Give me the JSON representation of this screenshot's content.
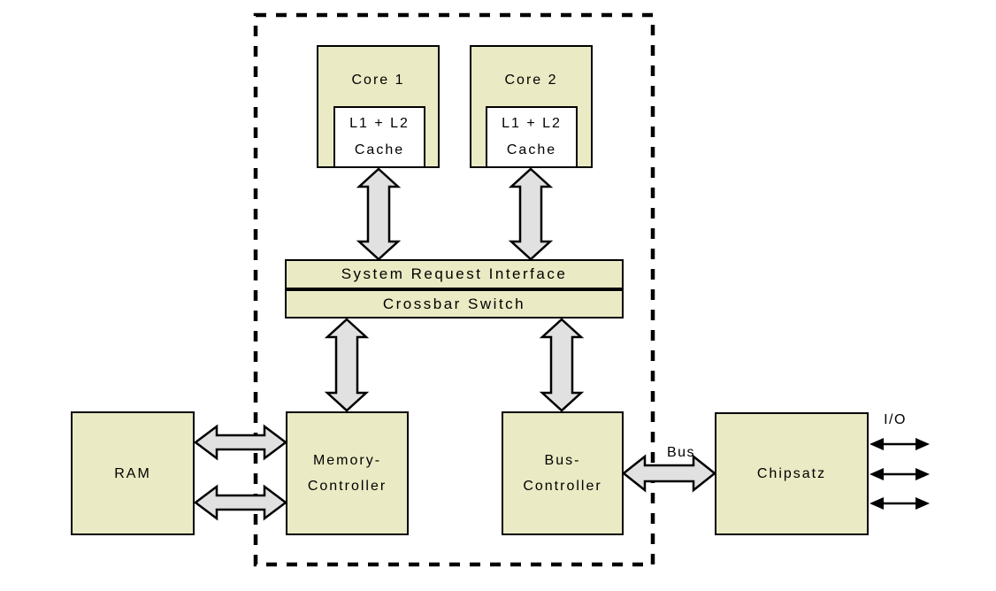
{
  "diagram": {
    "nodes": {
      "core1": "Core 1",
      "core2": "Core 2",
      "cache1": "L1 + L2\nCache",
      "cache2": "L1 + L2\nCache",
      "sri": "System Request Interface",
      "crossbar": "Crossbar Switch",
      "ram": "RAM",
      "memory_controller": "Memory-\nController",
      "bus_controller": "Bus-\nController",
      "chipset": "Chipsatz"
    },
    "labels": {
      "bus": "Bus",
      "io": "I/O"
    },
    "colors": {
      "node_fill": "#eaeac4",
      "arrow_fill": "#e1e1e1",
      "stroke": "#000000",
      "background": "#ffffff"
    }
  }
}
